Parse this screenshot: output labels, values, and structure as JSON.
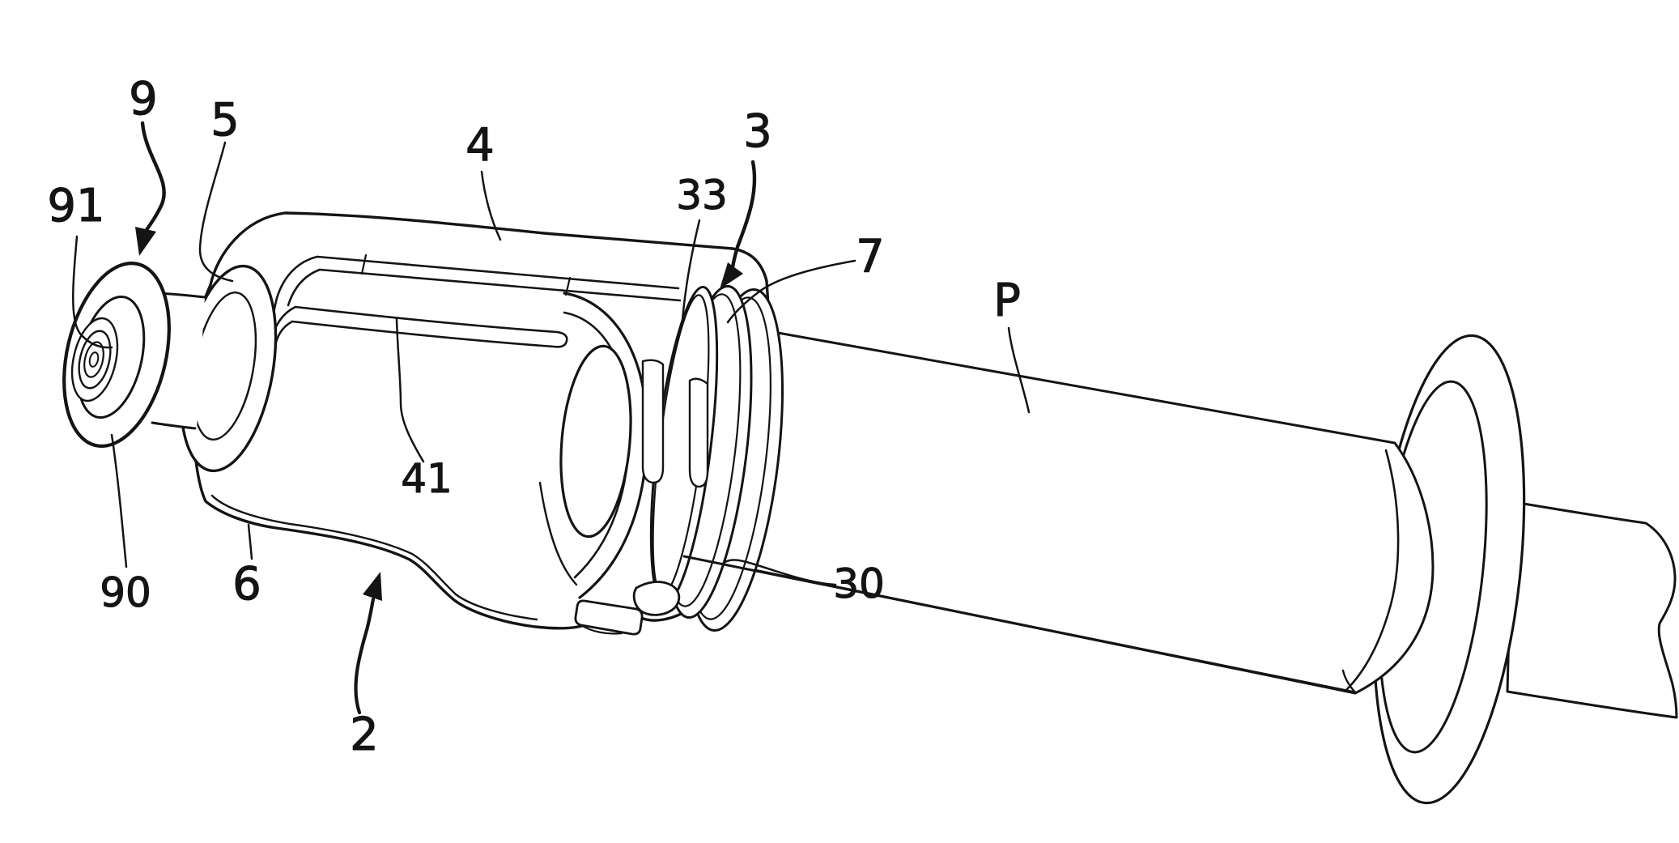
{
  "figure": {
    "type": "patent-line-drawing",
    "description": "Perspective line drawing of a needle safety device clipped onto a prefilled syringe: shield cap (9, 90, 91), front disc (5), device body (4) with guide rail and window (41), lower arm (6), mounting collar rings (33, 3, 7) with latch tab (30), device (2), syringe barrel with flange and plunger rod (P)",
    "background_color": "#ffffff",
    "line_color": "#141414",
    "labels": [
      {
        "key": "9",
        "text": "9"
      },
      {
        "key": "5",
        "text": "5"
      },
      {
        "key": "91",
        "text": "91"
      },
      {
        "key": "4",
        "text": "4"
      },
      {
        "key": "33",
        "text": "33"
      },
      {
        "key": "3",
        "text": "3"
      },
      {
        "key": "7",
        "text": "7"
      },
      {
        "key": "P",
        "text": "P"
      },
      {
        "key": "41",
        "text": "41"
      },
      {
        "key": "90",
        "text": "90"
      },
      {
        "key": "6",
        "text": "6"
      },
      {
        "key": "2",
        "text": "2"
      },
      {
        "key": "30",
        "text": "30"
      }
    ]
  }
}
